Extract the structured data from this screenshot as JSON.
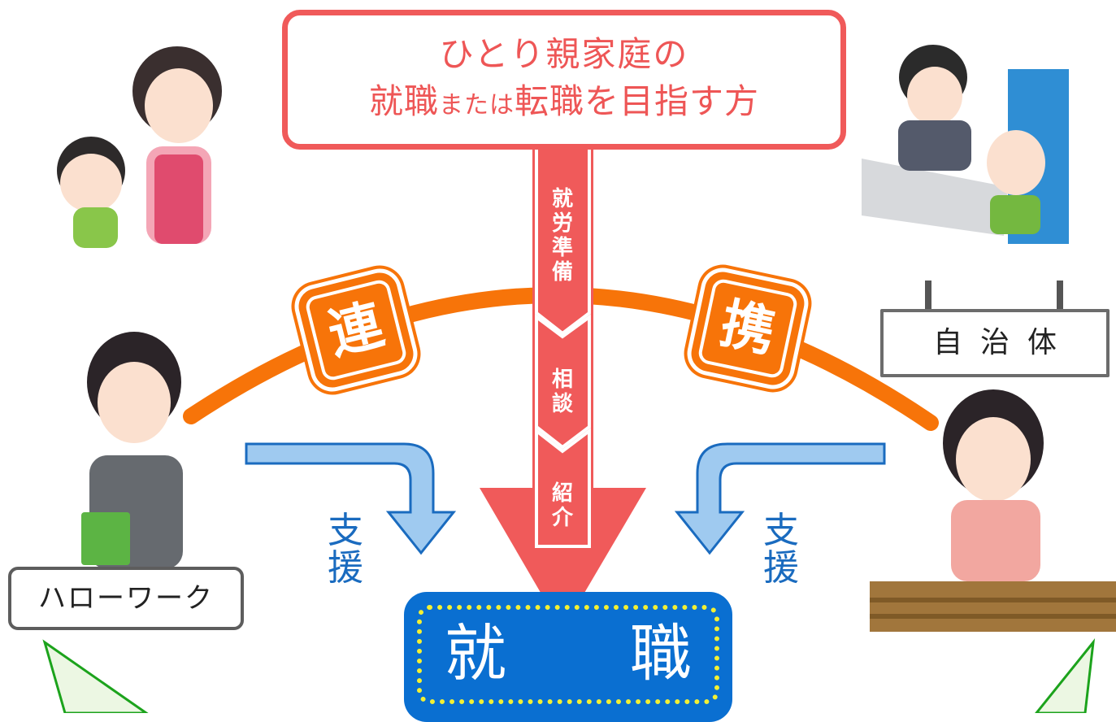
{
  "title": {
    "line1": "ひとり親家庭の",
    "line2_part1": "就職",
    "line2_small1": "または",
    "line2_part2": "転職を目指す方"
  },
  "steps": [
    "就",
    "労",
    "準",
    "備",
    "相",
    "談",
    "紹",
    "介"
  ],
  "partnership": {
    "left": "連",
    "right": "携"
  },
  "left_org": "ハローワーク",
  "right_org": "自治体",
  "support_label": [
    "支",
    "援"
  ],
  "result": {
    "left": "就",
    "right": "職"
  },
  "colors": {
    "red": "#f05a5a",
    "orange": "#f77409",
    "blue": "#0a6fd1",
    "light_blue": "#9fcaf0",
    "yellow_dots": "#f3f033",
    "green_bubble": "#1ca31c"
  }
}
